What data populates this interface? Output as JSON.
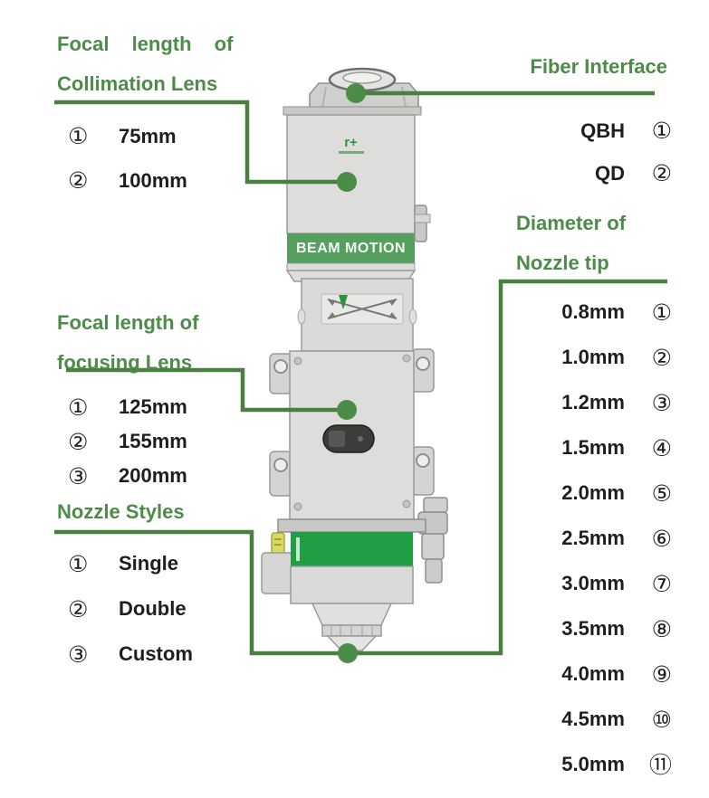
{
  "colors": {
    "annotation_green": "#4d8b49",
    "leader_line_green": "#4b7f42",
    "leader_dot_green": "#4b8d48",
    "beam_motion_band_green": "#55a05e",
    "nozzle_band_green": "#1f9e44",
    "text_black": "#1e1e1e"
  },
  "device": {
    "band_label": "BEAM MOTION",
    "logo_mark": "r+"
  },
  "annotations": {
    "collimation_lens": {
      "title_line1": "Focal length of",
      "title_line2": "Collimation Lens",
      "items": [
        {
          "num": "①",
          "value": "75mm"
        },
        {
          "num": "②",
          "value": "100mm"
        }
      ]
    },
    "fiber_interface": {
      "title": "Fiber Interface",
      "items": [
        {
          "value": "QBH",
          "num": "①"
        },
        {
          "value": "QD",
          "num": "②"
        }
      ]
    },
    "focusing_lens": {
      "title_line1": "Focal length of",
      "title_line2": "focusing Lens",
      "items": [
        {
          "num": "①",
          "value": "125mm"
        },
        {
          "num": "②",
          "value": "155mm"
        },
        {
          "num": "③",
          "value": "200mm"
        }
      ]
    },
    "nozzle_styles": {
      "title": "Nozzle Styles",
      "items": [
        {
          "num": "①",
          "value": "Single"
        },
        {
          "num": "②",
          "value": "Double"
        },
        {
          "num": "③",
          "value": "Custom"
        }
      ]
    },
    "nozzle_tip": {
      "title_line1": "Diameter of",
      "title_line2": "Nozzle tip",
      "items": [
        {
          "value": "0.8mm",
          "num": "①"
        },
        {
          "value": "1.0mm",
          "num": "②"
        },
        {
          "value": "1.2mm",
          "num": "③"
        },
        {
          "value": "1.5mm",
          "num": "④"
        },
        {
          "value": "2.0mm",
          "num": "⑤"
        },
        {
          "value": "2.5mm",
          "num": "⑥"
        },
        {
          "value": "3.0mm",
          "num": "⑦"
        },
        {
          "value": "3.5mm",
          "num": "⑧"
        },
        {
          "value": "4.0mm",
          "num": "⑨"
        },
        {
          "value": "4.5mm",
          "num": "⑩"
        },
        {
          "value": "5.0mm",
          "num": "⑪"
        }
      ]
    }
  }
}
